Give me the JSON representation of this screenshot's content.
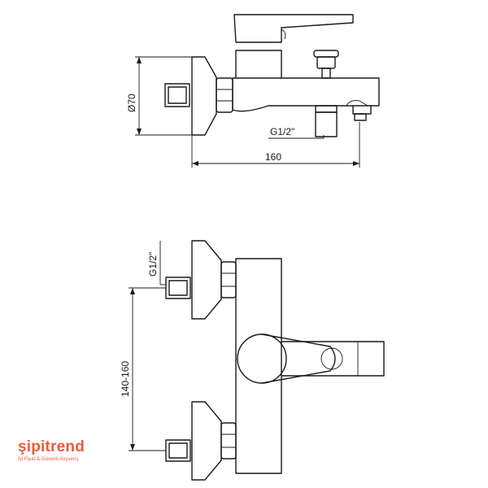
{
  "dimensions": {
    "diameter": "Ø70",
    "thread_top": "G1/2\"",
    "length": "160",
    "thread_bottom": "G1/2\"",
    "centers": "140-160"
  },
  "brand": {
    "name": "şipitrend",
    "tagline": "İyi Fiyat & Güvenli Alışveriş"
  },
  "colors": {
    "line": "#1a1a1a",
    "brand": "#ee5a3a"
  }
}
